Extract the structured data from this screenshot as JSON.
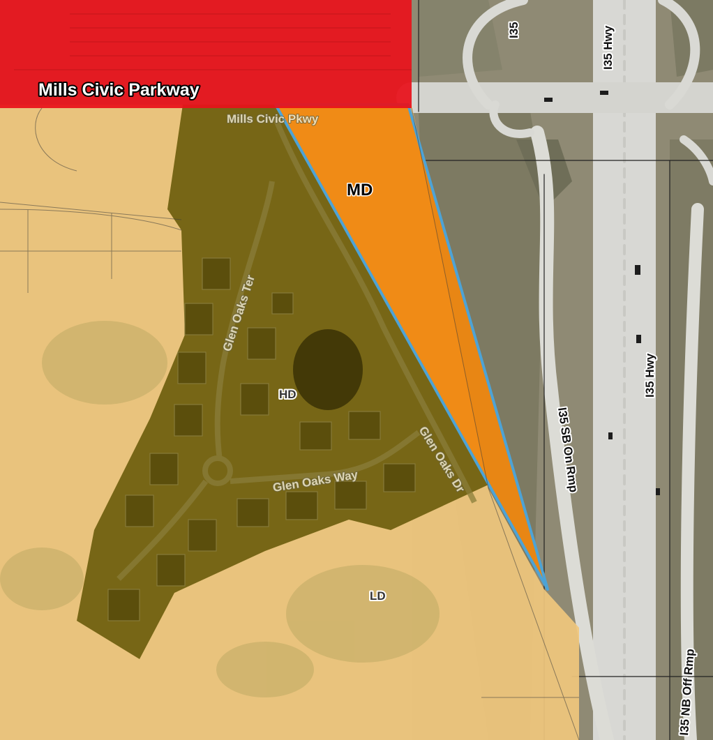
{
  "map": {
    "zones": {
      "commercial": {
        "label": "Mills Civic Parkway",
        "color": "#e8111b"
      },
      "medium_density": {
        "label": "MD",
        "color": "#f0870e",
        "outline": "#4da3d6"
      },
      "high_density": {
        "label": "HD",
        "color": "#6e5f0e"
      },
      "low_density": {
        "label": "LD",
        "color": "#f0c77d"
      }
    },
    "streets": {
      "mills_civic": "Mills Civic Pkwy",
      "glen_oaks_ter": "Glen Oaks Ter",
      "glen_oaks_way": "Glen Oaks Way",
      "glen_oaks_dr": "Glen Oaks Dr"
    },
    "highways": {
      "i35_top": "I35",
      "i35_hwy_north": "I35 Hwy",
      "i35_hwy_south": "I35 Hwy",
      "sb_on_ramp": "I35 SB On Rmp",
      "nb_off_ramp": "I35 NB Off Rmp"
    }
  }
}
